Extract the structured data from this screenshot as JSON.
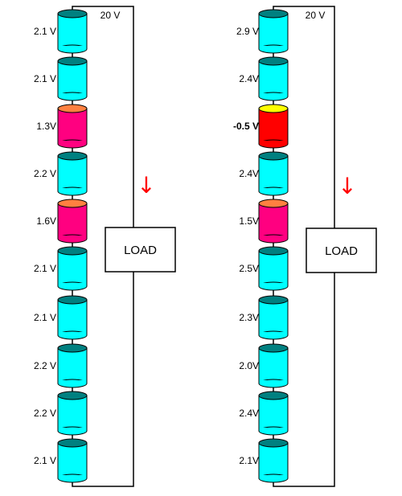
{
  "colors": {
    "healthy_body": "#00ffff",
    "healthy_cap": "#008080",
    "weak_body": "#ff0080",
    "weak_cap": "#ff8040",
    "reversed_body": "#ff0000",
    "reversed_cap": "#ffff00",
    "wire": "#000000",
    "arrow": "#ff0000"
  },
  "circuits": [
    {
      "id": "left",
      "total_voltage": "20 V",
      "load_label": "LOAD",
      "arrow_glyph": "↓",
      "cells": [
        {
          "label": "2.1 V",
          "state": "healthy",
          "bold": false
        },
        {
          "label": "2.1 V",
          "state": "healthy",
          "bold": false
        },
        {
          "label": "1.3V",
          "state": "weak",
          "bold": false
        },
        {
          "label": "2.2 V",
          "state": "healthy",
          "bold": false
        },
        {
          "label": "1.6V",
          "state": "weak",
          "bold": false
        },
        {
          "label": "2.1 V",
          "state": "healthy",
          "bold": false
        },
        {
          "label": "2.1 V",
          "state": "healthy",
          "bold": false
        },
        {
          "label": "2.2 V",
          "state": "healthy",
          "bold": false
        },
        {
          "label": "2.2 V",
          "state": "healthy",
          "bold": false
        },
        {
          "label": "2.1 V",
          "state": "healthy",
          "bold": false
        }
      ]
    },
    {
      "id": "right",
      "total_voltage": "20 V",
      "load_label": "LOAD",
      "arrow_glyph": "↓",
      "cells": [
        {
          "label": "2.9 V",
          "state": "healthy",
          "bold": false
        },
        {
          "label": "2.4V",
          "state": "healthy",
          "bold": false
        },
        {
          "label": "-0.5 V",
          "state": "reversed",
          "bold": true
        },
        {
          "label": "2.4V",
          "state": "healthy",
          "bold": false
        },
        {
          "label": "1.5V",
          "state": "weak",
          "bold": false
        },
        {
          "label": "2.5V",
          "state": "healthy",
          "bold": false
        },
        {
          "label": "2.3V",
          "state": "healthy",
          "bold": false
        },
        {
          "label": "2.0V",
          "state": "healthy",
          "bold": false
        },
        {
          "label": "2.4V",
          "state": "healthy",
          "bold": false
        },
        {
          "label": "2.1V",
          "state": "healthy",
          "bold": false
        }
      ]
    }
  ]
}
